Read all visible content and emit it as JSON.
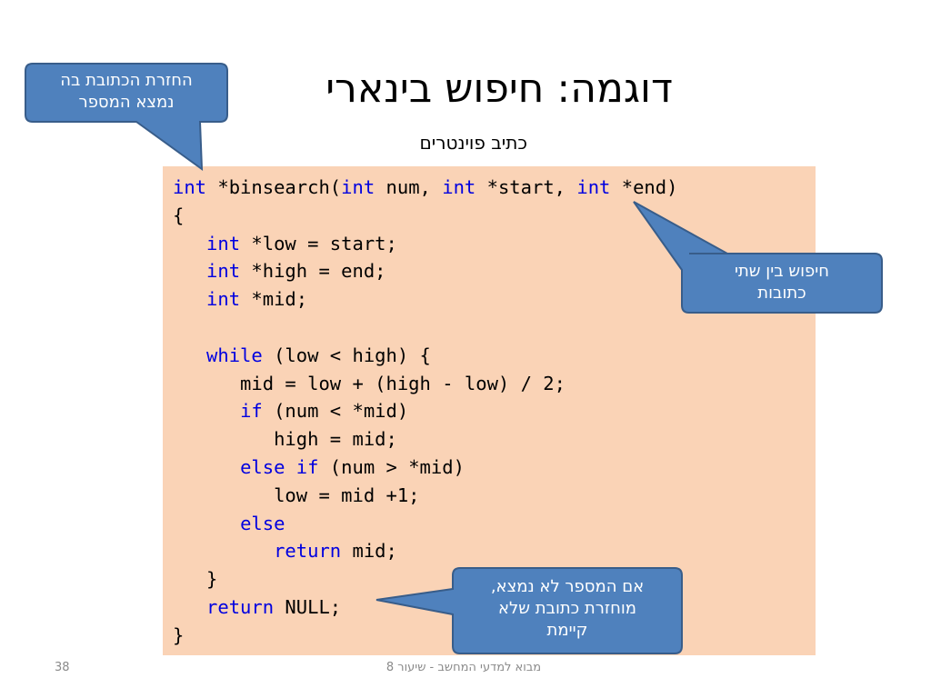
{
  "slide": {
    "title": "דוגמה: חיפוש בינארי",
    "subtitle": "כתיב פוינטרים"
  },
  "code": {
    "lines": [
      [
        [
          "int",
          "kw"
        ],
        [
          " *binsearch(",
          ""
        ],
        [
          "int",
          "kw"
        ],
        [
          " num, ",
          ""
        ],
        [
          "int",
          "kw"
        ],
        [
          " *start, ",
          ""
        ],
        [
          "int",
          "kw"
        ],
        [
          " *end)",
          ""
        ]
      ],
      [
        [
          "{",
          ""
        ]
      ],
      [
        [
          "   ",
          ""
        ],
        [
          "int",
          "kw"
        ],
        [
          " *low = start;",
          ""
        ]
      ],
      [
        [
          "   ",
          ""
        ],
        [
          "int",
          "kw"
        ],
        [
          " *high = end;",
          ""
        ]
      ],
      [
        [
          "   ",
          ""
        ],
        [
          "int",
          "kw"
        ],
        [
          " *mid;",
          ""
        ]
      ],
      [],
      [
        [
          "   ",
          ""
        ],
        [
          "while",
          "kw"
        ],
        [
          " (low < high) {",
          ""
        ]
      ],
      [
        [
          "      mid = low + (high - low) / 2;",
          ""
        ]
      ],
      [
        [
          "      ",
          ""
        ],
        [
          "if",
          "kw"
        ],
        [
          " (num < *mid)",
          ""
        ]
      ],
      [
        [
          "         high = mid;",
          ""
        ]
      ],
      [
        [
          "      ",
          ""
        ],
        [
          "else if",
          "kw"
        ],
        [
          " (num > *mid)",
          ""
        ]
      ],
      [
        [
          "         low = mid +1;",
          ""
        ]
      ],
      [
        [
          "      ",
          ""
        ],
        [
          "else",
          "kw"
        ]
      ],
      [
        [
          "         ",
          ""
        ],
        [
          "return",
          "kw"
        ],
        [
          " mid;",
          ""
        ]
      ],
      [
        [
          "   }",
          ""
        ]
      ],
      [
        [
          "   ",
          ""
        ],
        [
          "return",
          "kw"
        ],
        [
          " NULL;",
          ""
        ]
      ],
      [
        [
          "}",
          ""
        ]
      ]
    ]
  },
  "callouts": {
    "return_address": {
      "line1": "החזרת הכתובת בה",
      "line2": "נמצא המספר"
    },
    "search_between": {
      "line1": "חיפוש בין שתי",
      "line2": "כתובות"
    },
    "not_found": {
      "line1": "אם המספר לא נמצא,",
      "line2": "מוחזרת כתובת שלא",
      "line3": "קיימת"
    }
  },
  "footer": {
    "slide_number": "38",
    "course": "מבוא למדעי המחשב - שיעור 8"
  },
  "colors": {
    "callout_fill": "#4f81bd",
    "callout_border": "#385d8a",
    "code_background": "#fad3b6",
    "keyword": "#0000e0"
  }
}
